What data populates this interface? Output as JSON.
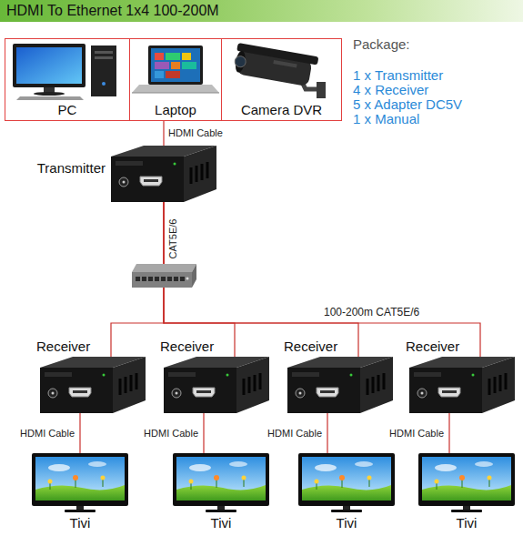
{
  "diagram": {
    "title": "HDMI To Ethernet 1x4 100-200M",
    "nodes": [
      {
        "text": [
          "PC"
        ]
      },
      {
        "text": [
          "Laptop"
        ]
      },
      {
        "text": [
          "Camera DVR"
        ]
      },
      {
        "text": [
          "Transmitter"
        ]
      },
      {
        "text": [
          "Receiver"
        ]
      },
      {
        "text": [
          "Receiver"
        ]
      },
      {
        "text": [
          "Receiver"
        ]
      },
      {
        "text": [
          "Receiver"
        ]
      },
      {
        "text": [
          "Tivi"
        ]
      },
      {
        "text": [
          "Tivi"
        ]
      },
      {
        "text": [
          "Tivi"
        ]
      },
      {
        "text": [
          "Tivi"
        ]
      }
    ],
    "edges": [
      {
        "from": 1,
        "to": 3,
        "label": "HDMI Cable",
        "arrow": "none"
      },
      {
        "from": 3,
        "to": 4,
        "arrow": "none"
      },
      {
        "from": 3,
        "to": 5,
        "arrow": "none"
      },
      {
        "from": 3,
        "to": 6,
        "arrow": "none"
      },
      {
        "from": 3,
        "to": 7,
        "arrow": "none"
      },
      {
        "from": 4,
        "to": 8,
        "label": "HDMI Cable",
        "arrow": "none"
      },
      {
        "from": 5,
        "to": 9,
        "label": "HDMI Cable",
        "arrow": "none"
      },
      {
        "from": 6,
        "to": 10,
        "label": "HDMI Cable",
        "arrow": "none"
      },
      {
        "from": 7,
        "to": 11,
        "label": "HDMI Cable",
        "arrow": "none"
      }
    ],
    "labels": [
      "Package:",
      "1 x Transmitter",
      "4 x Receiver",
      "5 x Adapter DC5V",
      "1 x Manual",
      "CAT5E/6",
      "100-200m CAT5E/6"
    ]
  }
}
